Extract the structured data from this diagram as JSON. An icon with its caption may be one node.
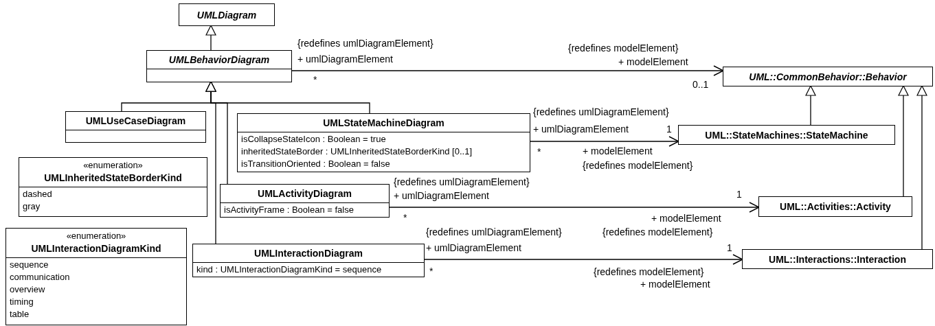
{
  "diagram": {
    "nodes": [
      {
        "text": [
          "UMLDiagram"
        ]
      },
      {
        "text": [
          "UMLBehaviorDiagram"
        ]
      },
      {
        "text": [
          "UMLUseCaseDiagram"
        ]
      },
      {
        "text": [
          "UMLStateMachineDiagram",
          "isCollapseStateIcon : Boolean = true",
          "inheritedStateBorder : UMLInheritedStateBorderKind [0..1]",
          "isTransitionOriented : Boolean = false"
        ]
      },
      {
        "text": [
          "«enumeration»",
          "UMLInheritedStateBorderKind",
          "dashed",
          "gray"
        ]
      },
      {
        "text": [
          "UMLActivityDiagram",
          "isActivityFrame : Boolean = false"
        ]
      },
      {
        "text": [
          "«enumeration»",
          "UMLInteractionDiagramKind",
          "sequence",
          "communication",
          "overview",
          "timing",
          "table"
        ]
      },
      {
        "text": [
          "UMLInteractionDiagram",
          "kind : UMLInteractionDiagramKind = sequence"
        ]
      },
      {
        "text": [
          "UML::CommonBehavior::Behavior"
        ]
      },
      {
        "text": [
          "UML::StateMachines::StateMachine"
        ]
      },
      {
        "text": [
          "UML::Activities::Activity"
        ]
      },
      {
        "text": [
          "UML::Interactions::Interaction"
        ]
      }
    ],
    "edges": [
      {
        "from": 1,
        "to": 0,
        "arrow": "to"
      },
      {
        "from": 2,
        "to": 1,
        "arrow": "to"
      },
      {
        "from": 3,
        "to": 1,
        "arrow": "to"
      },
      {
        "from": 5,
        "to": 1,
        "arrow": "to"
      },
      {
        "from": 7,
        "to": 1,
        "arrow": "to"
      },
      {
        "from": 9,
        "to": 8,
        "arrow": "to"
      },
      {
        "from": 10,
        "to": 8,
        "arrow": "to"
      },
      {
        "from": 11,
        "to": 8,
        "arrow": "to"
      },
      {
        "from": 1,
        "to": 8,
        "arrow": "to",
        "label": "0..1"
      },
      {
        "from": 3,
        "to": 9,
        "arrow": "to",
        "label": "1"
      },
      {
        "from": 5,
        "to": 10,
        "arrow": "to",
        "label": "1"
      },
      {
        "from": 7,
        "to": 11,
        "arrow": "to",
        "label": "1"
      }
    ],
    "labels": [
      "{redefines umlDiagramElement}",
      "+ umlDiagramElement",
      "*",
      "{redefines modelElement}",
      "+ modelElement",
      "{redefines umlDiagramElement}",
      "+ umlDiagramElement",
      "*",
      "+ modelElement",
      "{redefines modelElement}",
      "{redefines umlDiagramElement}",
      "+ umlDiagramElement",
      "*",
      "+ modelElement",
      "{redefines umlDiagramElement}",
      "+ umlDiagramElement",
      "*",
      "{redefines modelElement}",
      "{redefines modelElement}",
      "+ modelElement"
    ]
  }
}
